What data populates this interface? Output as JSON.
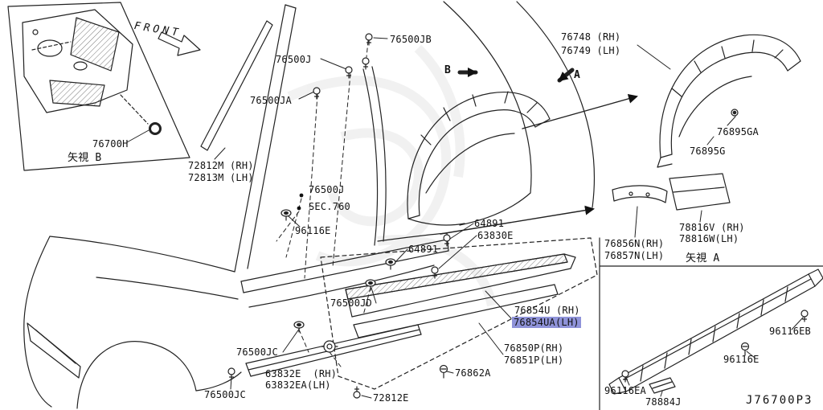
{
  "drawing": {
    "number": "J76700P3",
    "highlight_color": "#8f93d9"
  },
  "annotations": {
    "front": "FRONT",
    "view_b_caption": "矢視 B",
    "view_a_caption": "矢視 A",
    "section_ref": "SEC.760",
    "marker_a": "A",
    "marker_b": "B"
  },
  "part_labels": {
    "l76500jb": "76500JB",
    "l76500j_top": "76500J",
    "l76500ja": "76500JA",
    "l76748": "76748 (RH)",
    "l76749": "76749 (LH)",
    "l76895ga": "76895GA",
    "l76895g": "76895G",
    "l76700h": "76700H",
    "l72812m": "72812M (RH)",
    "l72813m": "72813M (LH)",
    "l76500j_mid": "76500J",
    "l96116e_left": "96116E",
    "l64891_a": "64891",
    "l63830e": "63830E",
    "l64891_b": "64891",
    "l78816v": "78816V (RH)",
    "l78816w": "78816W(LH)",
    "l76856n": "76856N(RH)",
    "l76857n": "76857N(LH)",
    "l76500jd": "76500JD",
    "l76854u": "76854U (RH)",
    "l76854ua": "76854UA(LH)",
    "l76850p": "76850P(RH)",
    "l76851p": "76851P(LH)",
    "l96116eb": "96116EB",
    "l96116e_right": "96116E",
    "l76500jc_top": "76500JC",
    "l63832e": "63832E  (RH)",
    "l63832ea": "63832EA(LH)",
    "l76862a": "76862A",
    "l76500jc_bottom": "76500JC",
    "l72812e": "72812E",
    "l96116ea": "96116EA",
    "l78884j": "78884J"
  }
}
